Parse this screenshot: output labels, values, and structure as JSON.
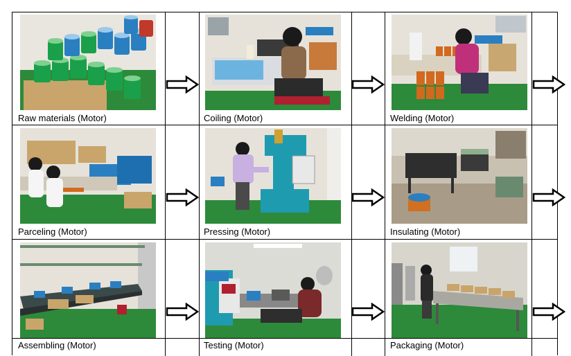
{
  "steps": [
    {
      "caption": "Raw materials (Motor)"
    },
    {
      "caption": "Coiling (Motor)"
    },
    {
      "caption": "Welding (Motor)"
    },
    {
      "caption": "Parceling (Motor)"
    },
    {
      "caption": "Pressing (Motor)"
    },
    {
      "caption": "Insulating (Motor)"
    },
    {
      "caption": "Assembling (Motor)"
    },
    {
      "caption": "Testing (Motor)"
    },
    {
      "caption": "Packaging (Motor)"
    }
  ],
  "arrow_icon": "right-arrow-outline-icon",
  "colors": {
    "wire_green": "#1aa04a",
    "wire_blue": "#2a7fc0",
    "floor_green": "#2d8a3a",
    "copper": "#d2691e",
    "machine_teal": "#1f9bb0",
    "wall": "#e6e2da"
  }
}
